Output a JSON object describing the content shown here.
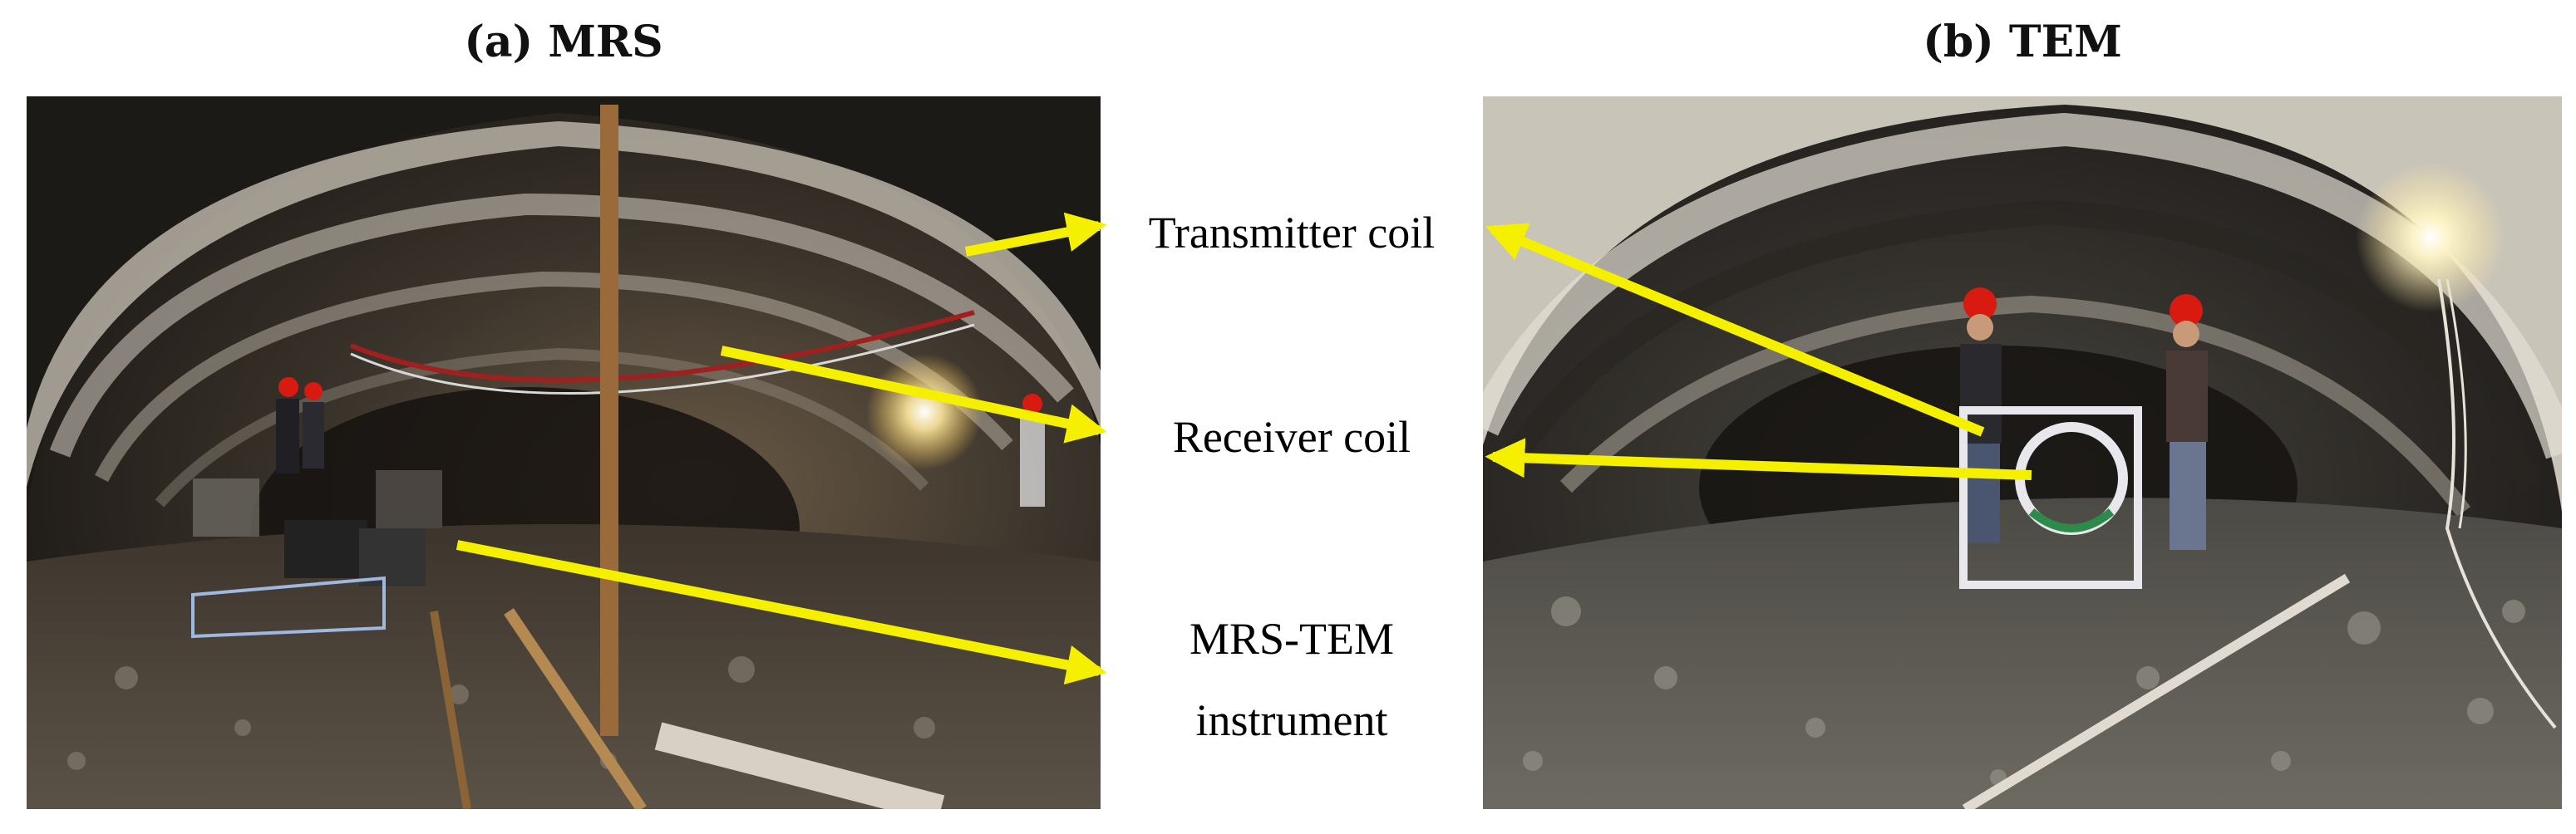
{
  "panels": {
    "a": {
      "title": "(a) MRS"
    },
    "b": {
      "title": "(b) TEM"
    }
  },
  "labels": {
    "transmitter": "Transmitter coil",
    "receiver": "Receiver coil",
    "instrument_line1": "MRS-TEM",
    "instrument_line2": "instrument"
  },
  "colors": {
    "arrow": "#f5f000",
    "tunnel_dark": "#2a2622",
    "lining_light": "#cfcac0",
    "helmet": "#d81a10",
    "lamp": "#fff6c8"
  }
}
